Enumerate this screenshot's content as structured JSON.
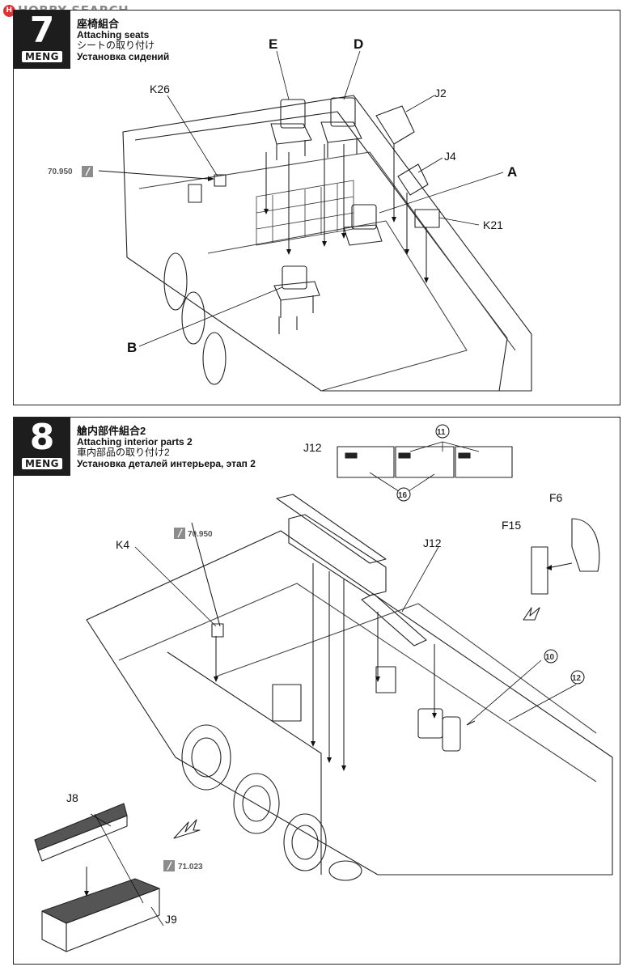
{
  "watermark": {
    "text": "HOBBY SEARCH"
  },
  "step7": {
    "number": "7",
    "brand": "MENG",
    "title_zh": "座椅組合",
    "title_en": "Attaching seats",
    "title_ja": "シートの取り付け",
    "title_ru": "Установка сидений",
    "labels": {
      "E": "E",
      "D": "D",
      "J2": "J2",
      "J4": "J4",
      "A": "A",
      "K21": "K21",
      "K26": "K26",
      "B": "B"
    },
    "paint": {
      "code": "70.950"
    }
  },
  "step8": {
    "number": "8",
    "brand": "MENG",
    "title_zh": "艙内部件組合2",
    "title_en": "Attaching interior parts 2",
    "title_ja": "車内部品の取り付け2",
    "title_ru": "Установка деталей интерьера, этап 2",
    "labels": {
      "J12_top": "J12",
      "J12_mid": "J12",
      "n11": "11",
      "n16": "16",
      "F6": "F6",
      "F15": "F15",
      "K4": "K4",
      "n10": "10",
      "n12": "12",
      "J8": "J8",
      "J9": "J9"
    },
    "paint1": {
      "code": "70.950"
    },
    "paint2": {
      "code": "71.023"
    }
  },
  "colors": {
    "line": "#222222",
    "badge": "#1d1d1d",
    "paint_box": "#8c8c8c"
  }
}
